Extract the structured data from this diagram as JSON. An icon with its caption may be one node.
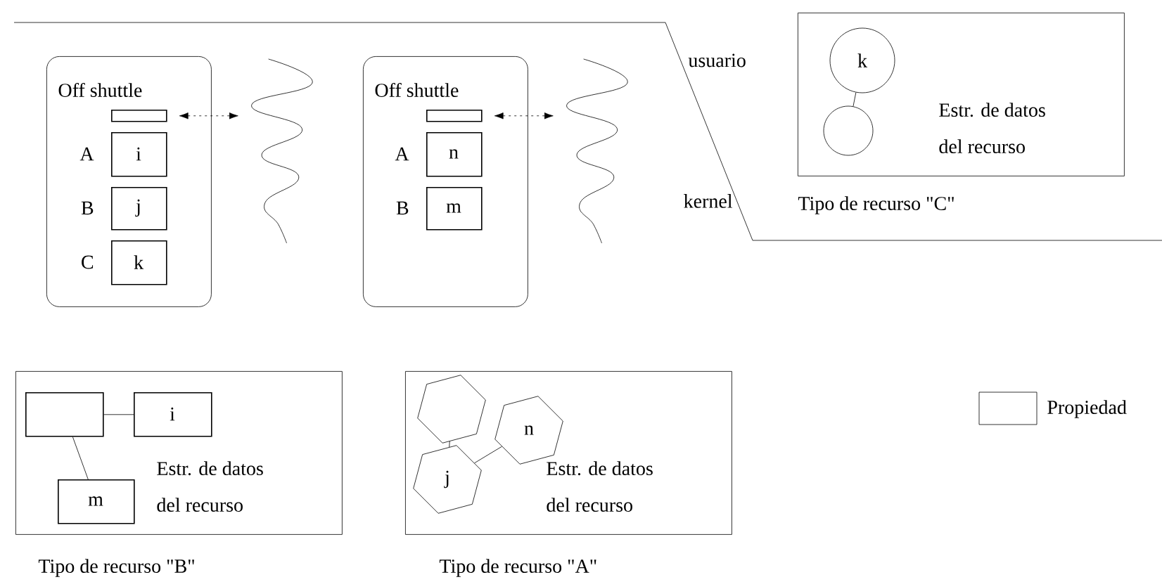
{
  "diagram": {
    "nodes": [
      {
        "text": [
          "Off shuttle"
        ]
      },
      {
        "text": [],
        "shape": "box",
        "in": 0
      },
      {
        "text": [
          "i"
        ],
        "beside": [
          "A"
        ],
        "in": 0
      },
      {
        "text": [
          "j"
        ],
        "beside": [
          "B"
        ],
        "in": 0
      },
      {
        "text": [
          "k"
        ],
        "beside": [
          "C"
        ],
        "in": 0
      },
      {
        "text": [],
        "shape": "wave"
      },
      {
        "text": [
          "Off shuttle"
        ]
      },
      {
        "text": [],
        "shape": "box",
        "in": 6
      },
      {
        "text": [
          "n"
        ],
        "beside": [
          "A"
        ],
        "in": 6
      },
      {
        "text": [
          "m"
        ],
        "beside": [
          "B"
        ],
        "in": 6
      },
      {
        "text": [],
        "shape": "wave"
      },
      {
        "text": [
          "Estr. de datos del recurso"
        ],
        "beside": [
          "Tipo de recurso \"C\""
        ]
      },
      {
        "text": [
          "k"
        ],
        "in": 11
      },
      {
        "text": [],
        "shape": "circle",
        "in": 11
      },
      {
        "text": [
          "Estr. de datos del recurso"
        ],
        "beside": [
          "Tipo de recurso \"B\""
        ]
      },
      {
        "text": [],
        "shape": "box",
        "in": 14
      },
      {
        "text": [
          "i"
        ],
        "in": 14
      },
      {
        "text": [
          "m"
        ],
        "in": 14
      },
      {
        "text": [
          "Estr. de datos del recurso"
        ],
        "beside": [
          "Tipo de recurso \"A\""
        ]
      },
      {
        "text": [],
        "shape": "hexagon",
        "in": 18
      },
      {
        "text": [
          "n"
        ],
        "in": 18
      },
      {
        "text": [
          "j"
        ],
        "in": 18
      }
    ],
    "edges": [
      {
        "from": 1,
        "to": 5,
        "arrow": "both",
        "style": "dashed"
      },
      {
        "from": 7,
        "to": 10,
        "arrow": "both",
        "style": "dashed"
      },
      {
        "from": 12,
        "to": 13,
        "arrow": "none"
      },
      {
        "from": 15,
        "to": 16,
        "arrow": "none"
      },
      {
        "from": 15,
        "to": 17,
        "arrow": "none"
      },
      {
        "from": 19,
        "to": 21,
        "arrow": "none"
      },
      {
        "from": 21,
        "to": 20,
        "arrow": "none"
      }
    ],
    "labels": [
      "usuario",
      "kernel"
    ],
    "legend": [
      {
        "text": "Propiedad"
      }
    ]
  }
}
